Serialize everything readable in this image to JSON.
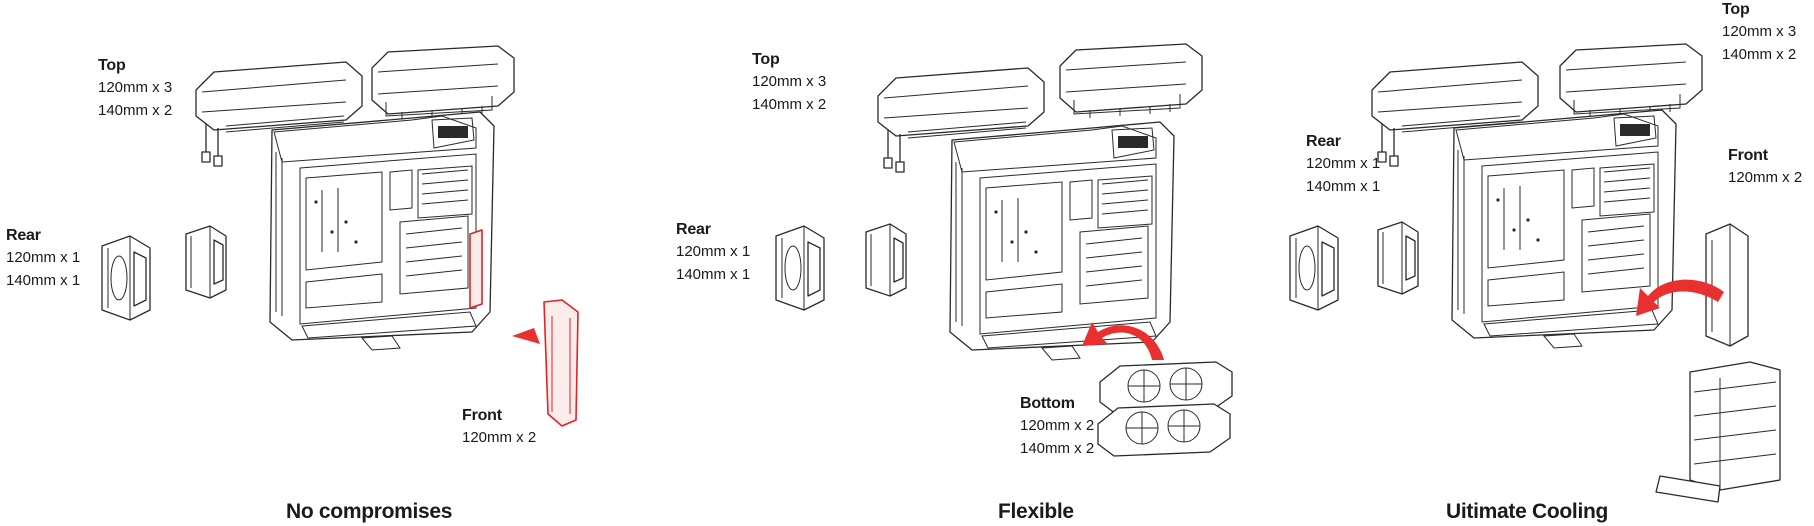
{
  "panels": [
    {
      "caption": "No compromises",
      "top": {
        "title": "Top",
        "lines": [
          "120mm x 3",
          "140mm x 2"
        ]
      },
      "rear": {
        "title": "Rear",
        "lines": [
          "120mm x 1",
          "140mm x 1"
        ]
      },
      "front": {
        "title": "Front",
        "lines": [
          "120mm x 2"
        ]
      }
    },
    {
      "caption": "Flexible",
      "top": {
        "title": "Top",
        "lines": [
          "120mm x 3",
          "140mm x 2"
        ]
      },
      "rear": {
        "title": "Rear",
        "lines": [
          "120mm x 1",
          "140mm x 1"
        ]
      },
      "bottom": {
        "title": "Bottom",
        "lines": [
          "120mm x 2",
          "140mm x 2"
        ]
      }
    },
    {
      "caption": "Uitimate Cooling",
      "top": {
        "title": "Top",
        "lines": [
          "120mm x 3",
          "140mm x 2"
        ]
      },
      "rear": {
        "title": "Rear",
        "lines": [
          "120mm x 1",
          "140mm x 1"
        ]
      },
      "front": {
        "title": "Front",
        "lines": [
          "120mm x 2"
        ]
      }
    }
  ],
  "colors": {
    "line": "#2a2a2a",
    "highlight": "#e02424"
  }
}
